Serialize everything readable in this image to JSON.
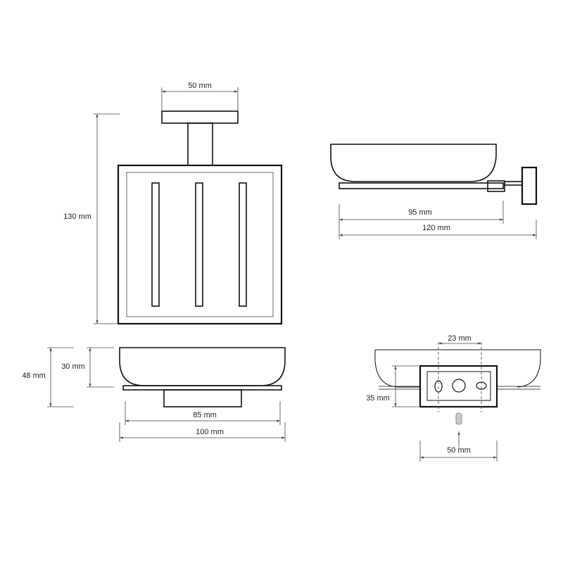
{
  "title": "Soap dish dimension drawing",
  "dimensions": {
    "front_cap_width": "50 mm",
    "front_height": "130 mm",
    "side_bowl_depth": "95 mm",
    "side_total_depth": "120 mm",
    "bottom_total_height": "48 mm",
    "bottom_bowl_height": "30 mm",
    "bottom_bar_width": "85 mm",
    "bottom_total_width": "100 mm",
    "mount_hole_spacing": "23 mm",
    "mount_plate_height": "35 mm",
    "mount_plate_width": "50 mm"
  }
}
